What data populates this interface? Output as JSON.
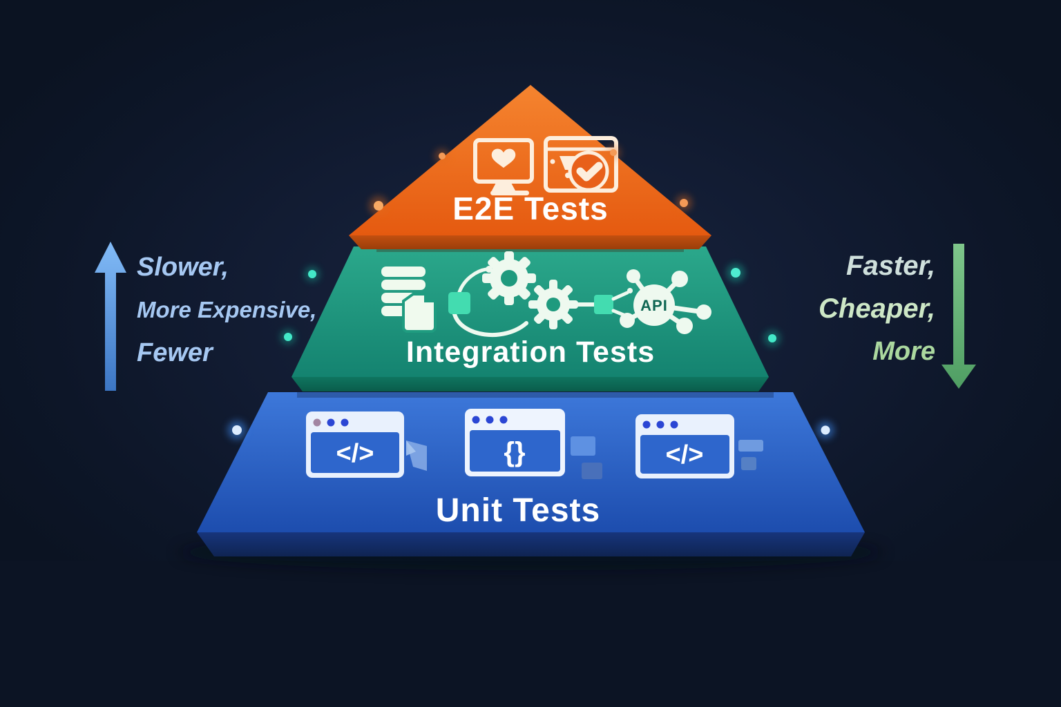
{
  "pyramid": {
    "tiers": [
      {
        "id": "e2e-tests",
        "label": "E2E Tests",
        "face_color": "#ec6418",
        "bevel_color": "#b34a0e",
        "icons": [
          "monitor-heart-icon",
          "browser-cart-check-icon"
        ]
      },
      {
        "id": "integration-tests",
        "label": "Integration Tests",
        "face_color": "#1f9c80",
        "bevel_color": "#0d6b58",
        "icons": [
          "database-icon",
          "gears-connector-icon",
          "api-hub-icon"
        ],
        "api_label": "API"
      },
      {
        "id": "unit-tests",
        "label": "Unit Tests",
        "face_color": "#2a63cb",
        "bevel_color": "#142f6e",
        "windows": [
          {
            "glyph": "</>"
          },
          {
            "glyph": "{}"
          },
          {
            "glyph": "</>"
          }
        ]
      }
    ]
  },
  "annotations": {
    "left": {
      "lines": [
        "Slower,",
        "More Expensive,",
        "Fewer"
      ],
      "arrow": "up",
      "arrow_color": "#5d9be4",
      "text_color": "#a6c8f2"
    },
    "right": {
      "lines": [
        "Faster,",
        "Cheaper,",
        "More"
      ],
      "arrow": "down",
      "arrow_color": "#69b87b",
      "text_color": "#c8e4c0"
    }
  },
  "background_color": "#0e1729"
}
